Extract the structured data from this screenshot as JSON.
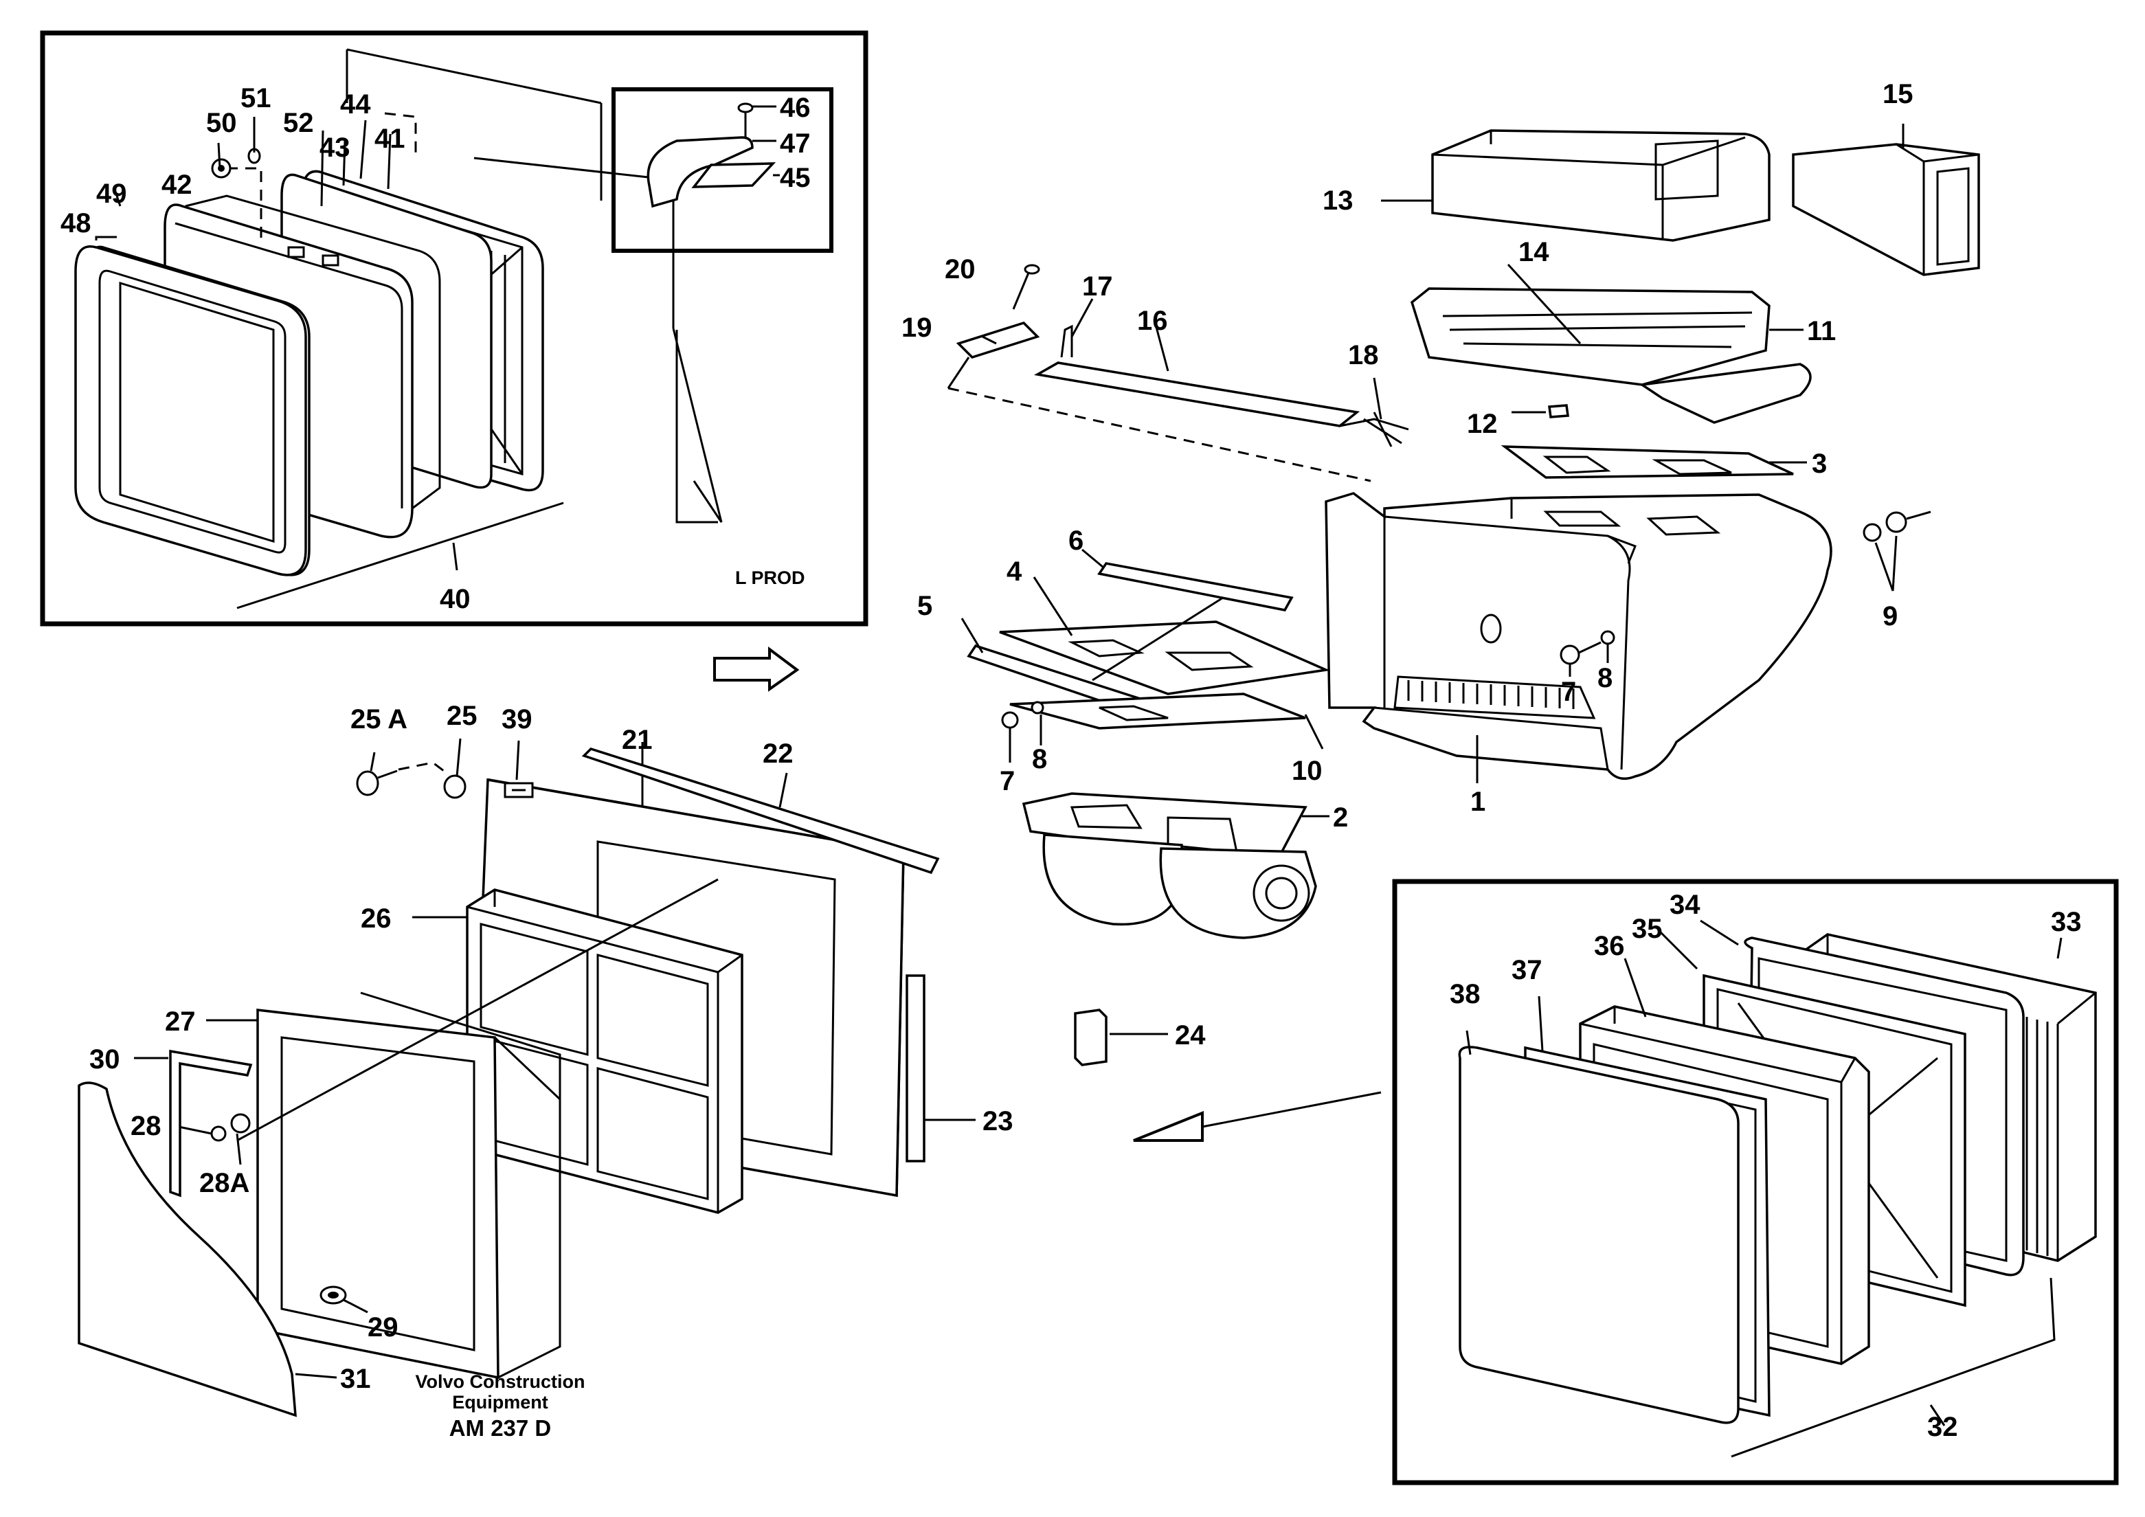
{
  "title_block": {
    "publisher_line1": "Volvo Construction",
    "publisher_line2": "Equipment",
    "drawing_code": "AM 237 D"
  },
  "inset_top_left": {
    "note": "L PROD",
    "labels": [
      "40",
      "41",
      "42",
      "43",
      "44",
      "48",
      "49",
      "50",
      "51",
      "52"
    ]
  },
  "inset_clamp_detail": {
    "labels": [
      "45",
      "46",
      "47"
    ]
  },
  "inset_bottom_right": {
    "labels": [
      "32",
      "33",
      "34",
      "35",
      "36",
      "37",
      "38"
    ]
  },
  "main_labels": [
    "1",
    "2",
    "3",
    "4",
    "5",
    "6",
    "7",
    "8",
    "9",
    "10",
    "11",
    "12",
    "13",
    "14",
    "15",
    "16",
    "17",
    "18",
    "19",
    "20",
    "21",
    "22",
    "23",
    "24",
    "25",
    "25 A",
    "26",
    "27",
    "28",
    "28A",
    "29",
    "30",
    "31",
    "39",
    "7",
    "8"
  ]
}
